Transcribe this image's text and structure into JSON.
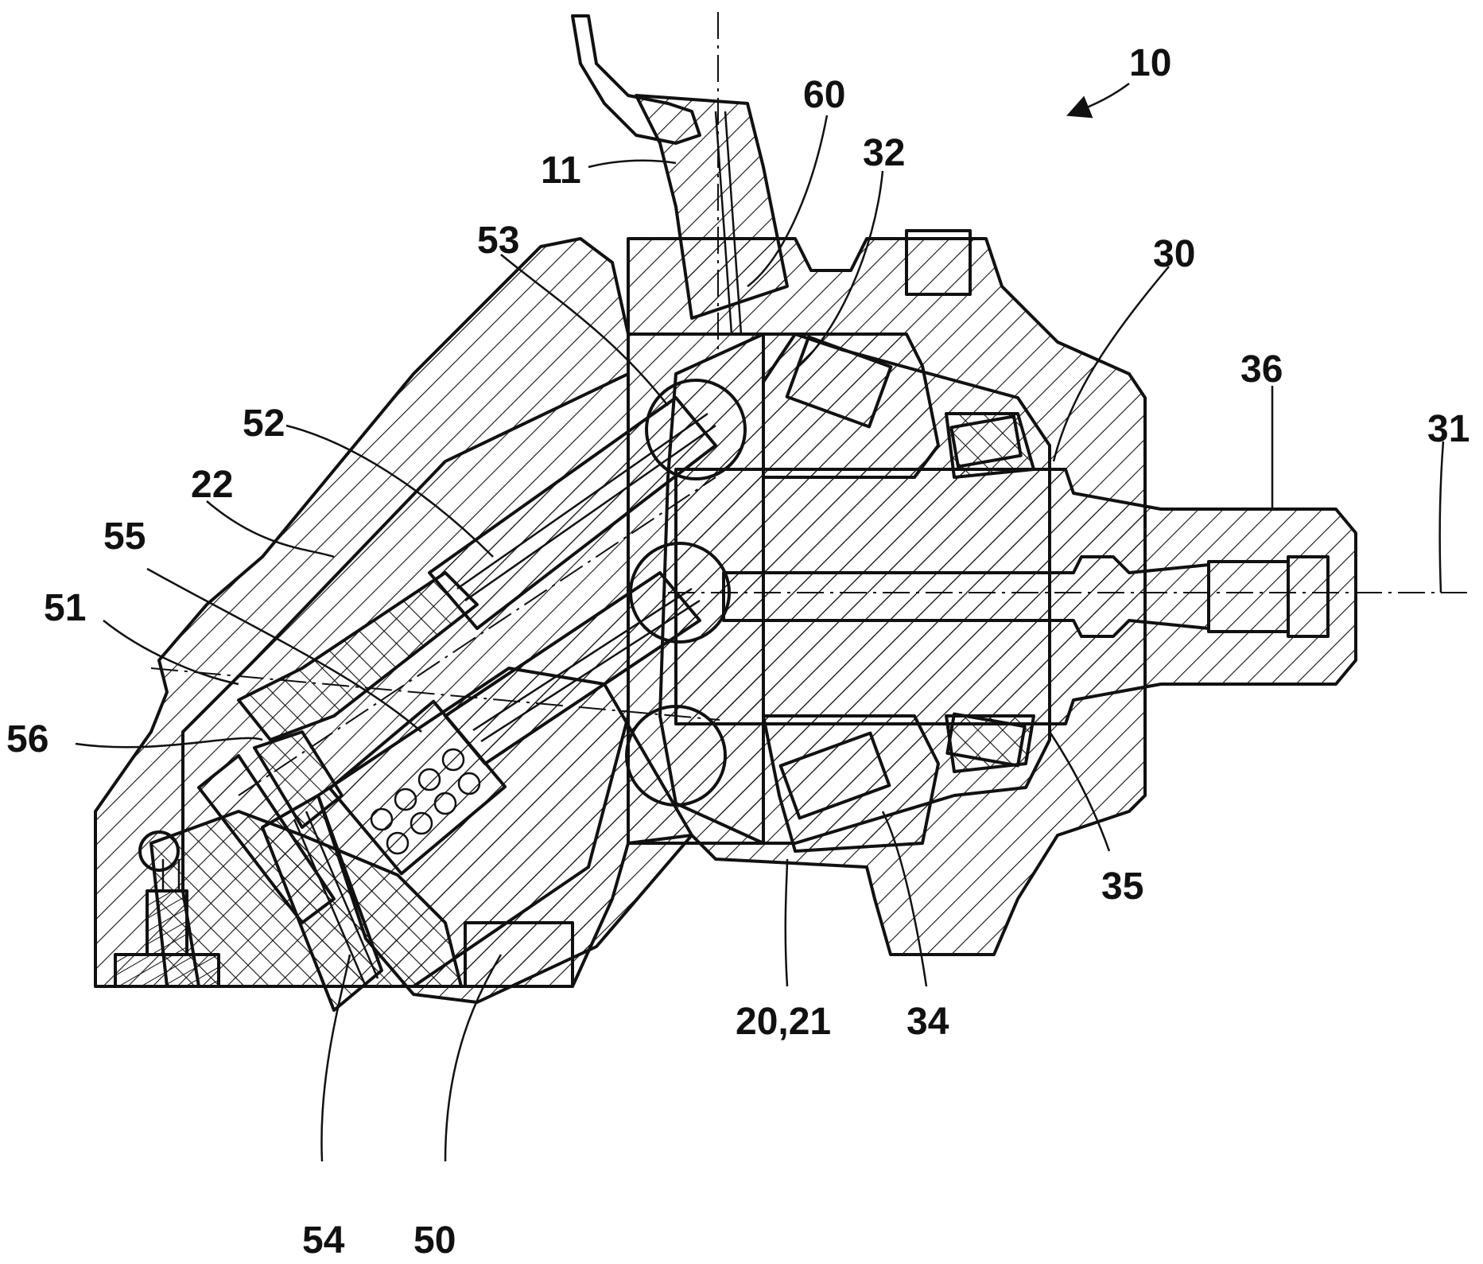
{
  "labels": {
    "l10": "10",
    "l11": "11",
    "l60": "60",
    "l32": "32",
    "l53": "53",
    "l30": "30",
    "l52": "52",
    "l36": "36",
    "l22": "22",
    "l31": "31",
    "l55": "55",
    "l51": "51",
    "l56": "56",
    "l35": "35",
    "l34": "34",
    "l2021": "20,21",
    "l54": "54",
    "l50": "50"
  }
}
